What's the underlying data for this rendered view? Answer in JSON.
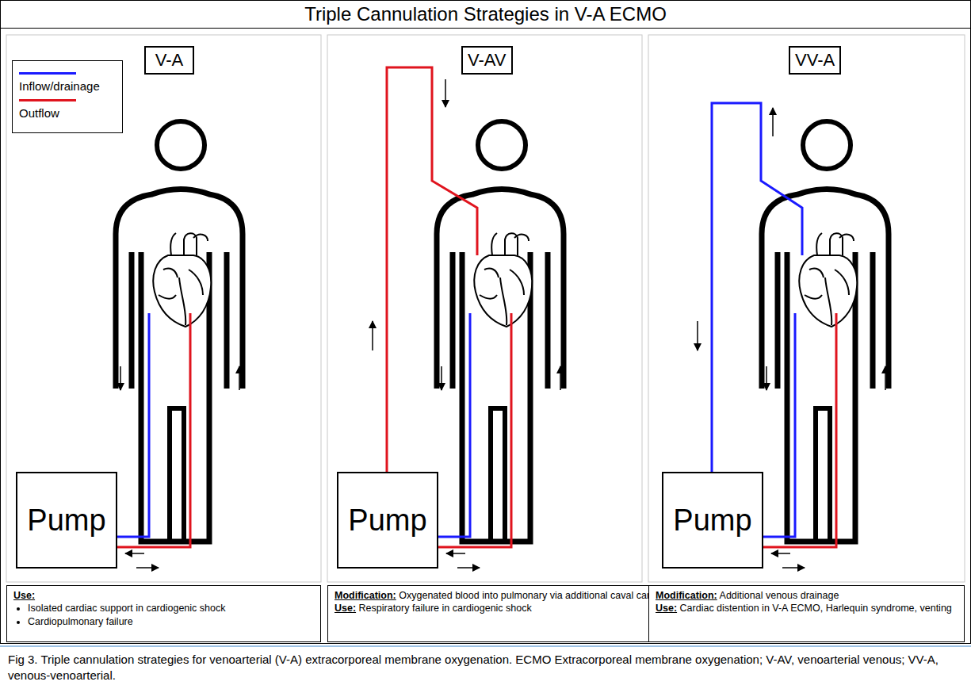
{
  "diagram": {
    "title": "Triple Cannulation Strategies in V-A ECMO",
    "caption": "Fig 3. Triple cannulation strategies for venoarterial (V-A) extracorporeal membrane oxygenation. ECMO Extracorporeal membrane oxygenation; V-AV, venoarterial venous; VV-A, venous-venoarterial.",
    "nodes": [
      {
        "text": [
          "V-A"
        ]
      },
      {
        "text": [
          "V-AV"
        ]
      },
      {
        "text": [
          "VV-A"
        ]
      },
      {
        "text": [
          "Pump"
        ]
      },
      {
        "text": [
          "Pump"
        ]
      },
      {
        "text": [
          "Pump"
        ]
      },
      {
        "text": [
          "Use:",
          "Isolated cardiac support in cardiogenic shock",
          "Cardiopulmonary failure"
        ]
      },
      {
        "text": [
          "Modification:",
          "Oxygenated blood into pulmonary via additional caval cannula",
          "Use:",
          "Respiratory failure in cardiogenic shock"
        ]
      },
      {
        "text": [
          "Modification:",
          "Additional venous drainage",
          "Use:",
          "Cardiac distention in V-A ECMO, Harlequin syndrome, venting"
        ]
      }
    ],
    "legend": [
      {
        "text": "Inflow/drainage",
        "color": "#1a1aff"
      },
      {
        "text": "Outflow",
        "color": "#e0141e"
      }
    ]
  }
}
